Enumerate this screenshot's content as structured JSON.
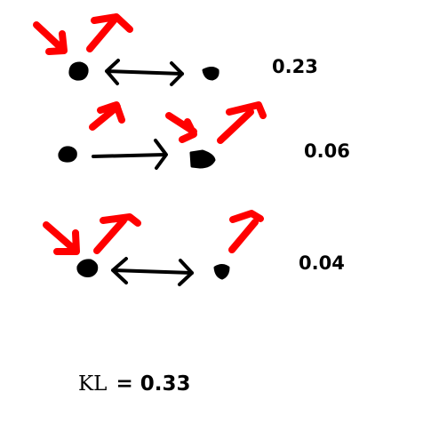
{
  "diagram": {
    "colors": {
      "ink": "#000000",
      "arrow": "#ff0000",
      "background": "#ffffff"
    },
    "rows": [
      {
        "value": "0.23",
        "connector": "double-headed-arrow",
        "left_particle_arrows": 2,
        "right_particle_arrows": 0
      },
      {
        "value": "0.06",
        "connector": "single-headed-arrow",
        "left_particle_arrows": 1,
        "right_particle_arrows": 2
      },
      {
        "value": "0.04",
        "connector": "double-headed-arrow",
        "left_particle_arrows": 2,
        "right_particle_arrows": 1
      }
    ],
    "total": {
      "label": "KL",
      "equals": "=",
      "value": "0.33"
    }
  }
}
